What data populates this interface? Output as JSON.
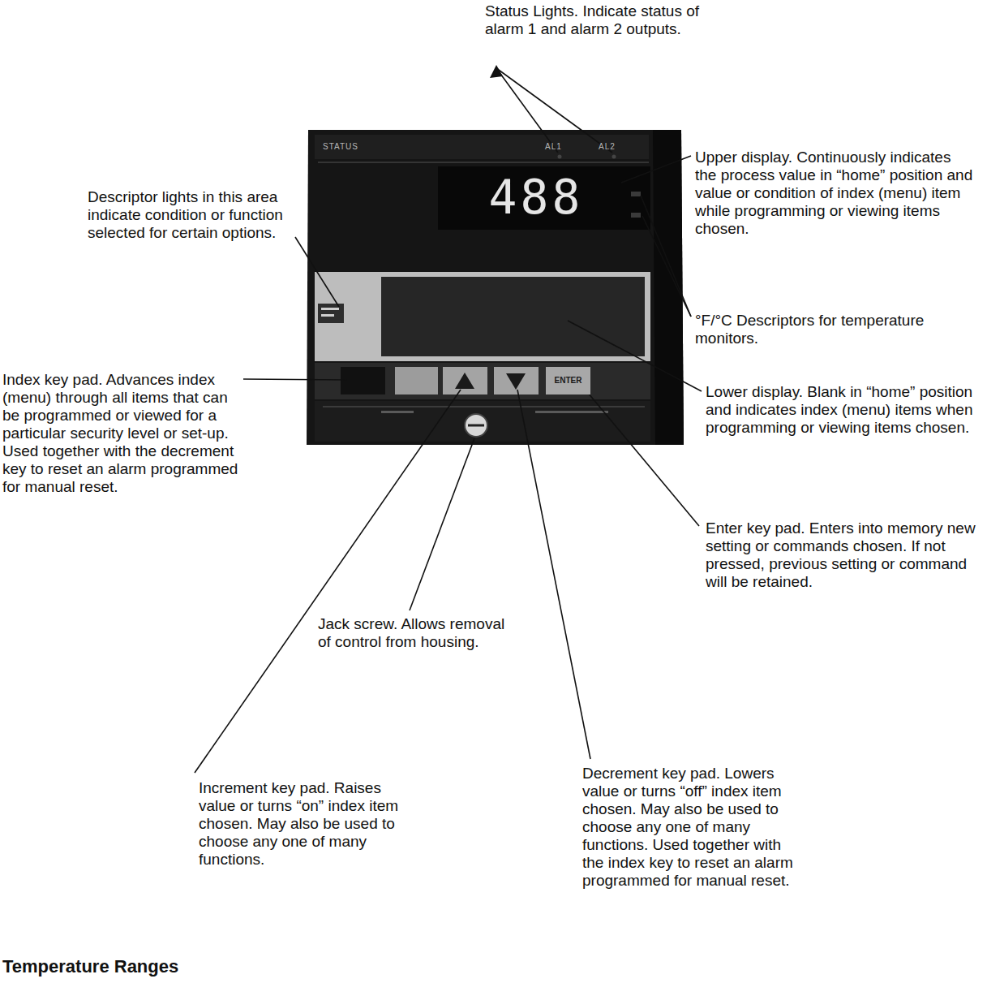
{
  "diagram": {
    "nodes": [
      {
        "text": [
          "488"
        ]
      },
      {
        "text": [
          "ENTER"
        ]
      }
    ],
    "labels": [
      "Status Lights. Indicate status of alarm 1 and alarm 2 outputs.",
      "Upper display. Continuously indicates the process value in “home” position and value or condition of index (menu) item while programming or viewing items chosen.",
      "Descriptor lights in this area indicate condition or function selected for certain options.",
      "°F/°C Descriptors for temperature monitors.",
      "Index key pad. Advances index (menu) through all items that can be programmed or viewed for a particular security level or set-up. Used together with the decrement key to reset an alarm programmed for manual reset.",
      "Lower display. Blank in “home” position and indicates index (menu) items when programming or viewing items chosen.",
      "Enter key pad. Enters into memory new setting or commands chosen. If not pressed, previous setting or command will be retained.",
      "Jack screw. Allows removal of control from housing.",
      "Increment key pad. Raises value or turns “on” index item chosen. May also be used to choose any one of many functions.",
      "Decrement key pad. Lowers value or turns “off” index item chosen. May also be used to choose any one of many functions. Used together with the index key to reset an alarm programmed for manual reset.",
      "Temperature Ranges",
      "STATUS",
      "AL1",
      "AL2"
    ]
  }
}
